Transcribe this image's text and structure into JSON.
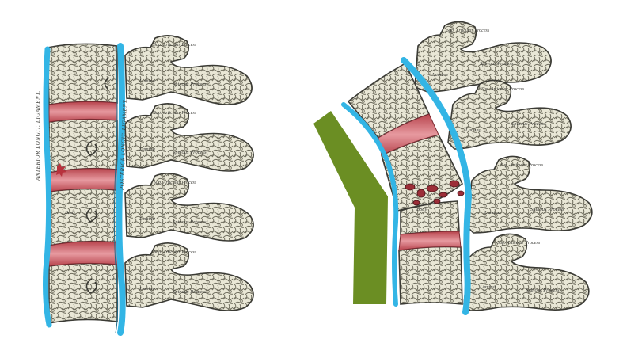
{
  "colors": {
    "bone_fill": "#e9e7d6",
    "bone_outline": "#3b3b35",
    "trabecular": "#7a7868",
    "disc": "#c8525a",
    "disc_light": "#e7a0a3",
    "ligament": "#33b5e5",
    "arrow": "#6b8e23",
    "background": "#ffffff"
  },
  "icons": {
    "kyphosis_marker": "angled-bar-icon"
  },
  "labels": {
    "anterior_ligament": "ANTERIOR LONGIT. LIGAMENT.",
    "posterior_ligament": "POSTERIOR LONGIT. LIGAMENT.",
    "sup_articular": "Sup. Articular Process",
    "lamina": "Lamina",
    "spinous": "Spinous Process",
    "body": "Body"
  }
}
